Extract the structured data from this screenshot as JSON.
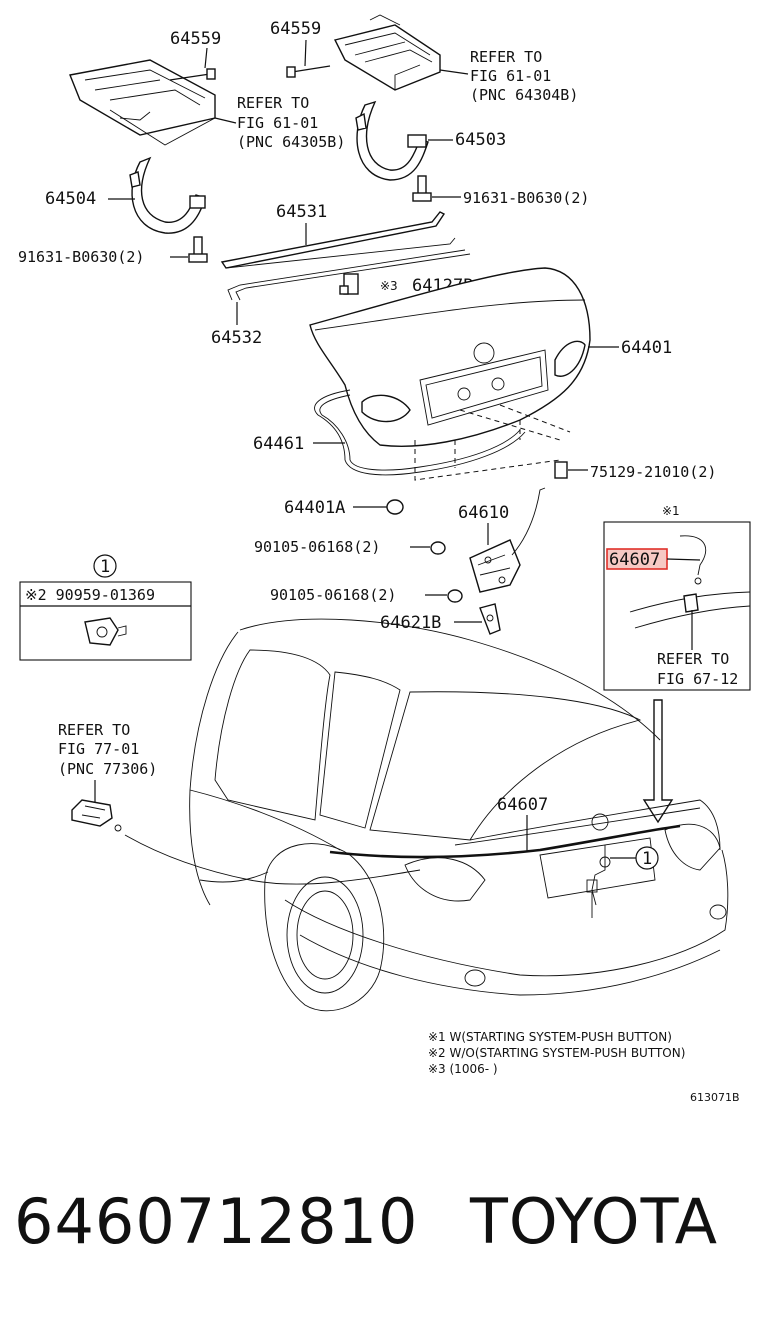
{
  "labels": {
    "p64559_a": "64559",
    "p64559_b": "64559",
    "refer_a_1": "REFER TO",
    "refer_a_2": "FIG 61-01",
    "refer_a_3": "(PNC 64304B)",
    "refer_b_1": "REFER TO",
    "refer_b_2": "FIG 61-01",
    "refer_b_3": "(PNC 64305B)",
    "p64503": "64503",
    "p64504": "64504",
    "bolt_r": "91631-B0630(2)",
    "bolt_l": "91631-B0630(2)",
    "p64531": "64531",
    "p64127b_mark": "※3",
    "p64127b": "64127B",
    "p64532": "64532",
    "p64401": "64401",
    "p64461": "64461",
    "p75129": "75129-21010(2)",
    "p64401a": "64401A",
    "p64610": "64610",
    "p90105_a": "90105-06168(2)",
    "p90105_b": "90105-06168(2)",
    "p64621b": "64621B",
    "p64607_hl": "64607",
    "p64607": "64607",
    "inset_mark": "※1",
    "inset_refer_1": "REFER TO",
    "inset_refer_2": "FIG 67-12",
    "circle_one": "1",
    "box_part": "※2 90959-01369",
    "refer_c_1": "REFER TO",
    "refer_c_2": "FIG 77-01",
    "refer_c_3": "(PNC 77306)"
  },
  "notes": [
    "※1 W(STARTING SYSTEM-PUSH BUTTON)",
    "※2 W/O(STARTING SYSTEM-PUSH BUTTON)",
    "※3 (1006-        )"
  ],
  "diagram_code": "613071B",
  "footer": {
    "part_number": "6460712810",
    "brand": "TOYOTA"
  },
  "colors": {
    "highlight_stroke": "#e0302a",
    "highlight_fill": "#f6c9c4",
    "ink": "#111111"
  }
}
